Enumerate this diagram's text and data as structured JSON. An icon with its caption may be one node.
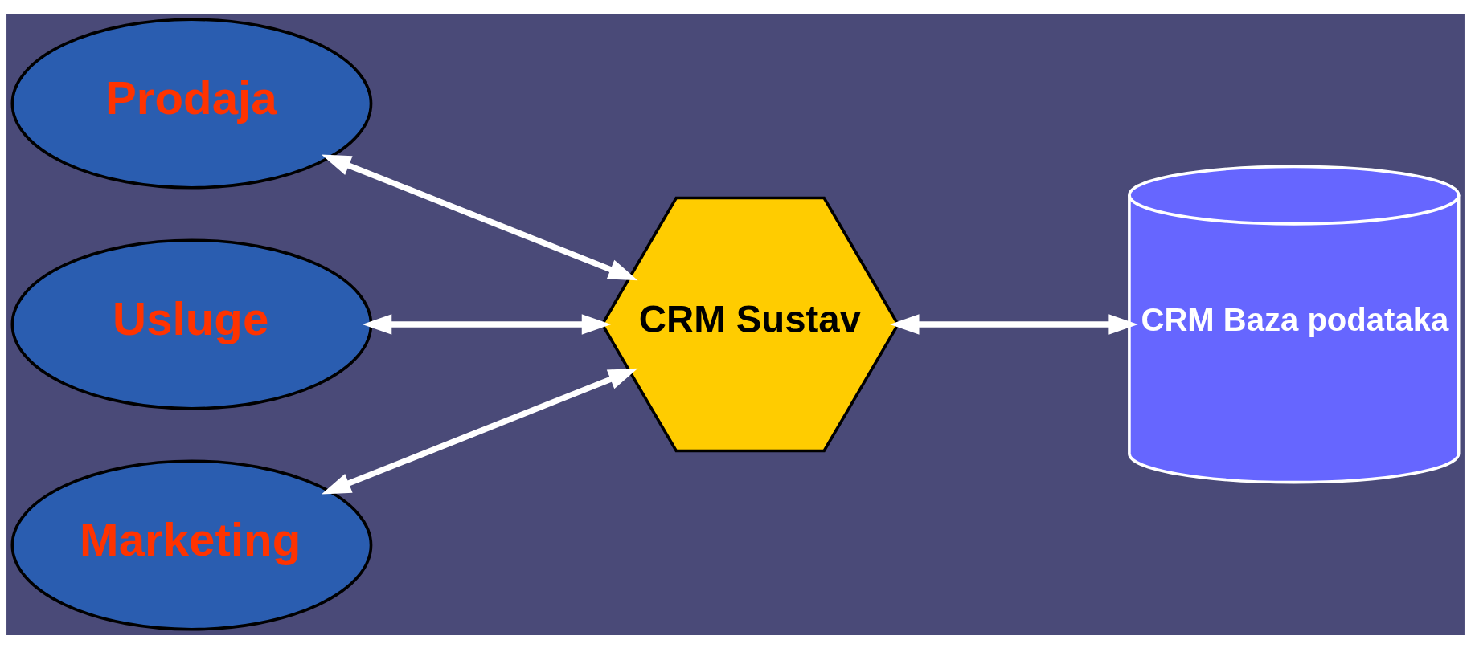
{
  "diagram": {
    "nodes": [
      {
        "text": [
          "Prodaja"
        ]
      },
      {
        "text": [
          "Usluge"
        ]
      },
      {
        "text": [
          "Marketing"
        ]
      },
      {
        "text": [
          "CRM Sustav"
        ]
      },
      {
        "text": [
          "CRM Baza podataka"
        ]
      }
    ],
    "edges": [
      {
        "from": 0,
        "to": 3,
        "arrow": "both"
      },
      {
        "from": 1,
        "to": 3,
        "arrow": "both"
      },
      {
        "from": 2,
        "to": 3,
        "arrow": "both"
      },
      {
        "from": 3,
        "to": 4,
        "arrow": "both"
      }
    ]
  }
}
